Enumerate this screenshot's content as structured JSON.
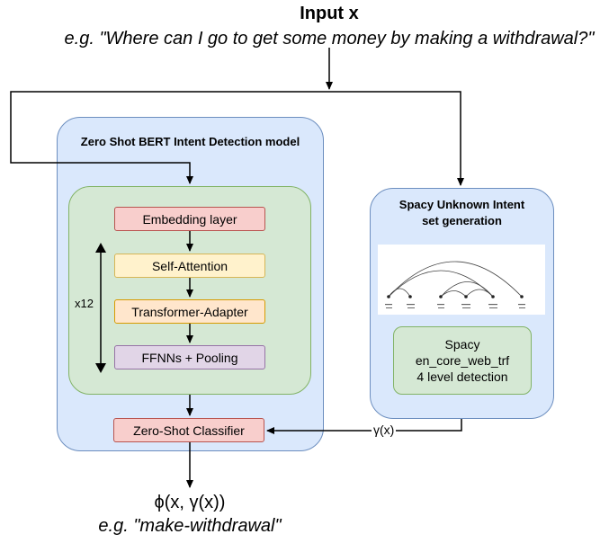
{
  "input": {
    "title": "Input x",
    "example": "e.g. \"Where can I go to get some money by making a withdrawal?\""
  },
  "bert_model": {
    "title": "Zero Shot BERT Intent Detection model",
    "layers": {
      "embedding": "Embedding layer",
      "self_attention": "Self-Attention",
      "transformer_adapter": "Transformer-Adapter",
      "ffnn_pooling": "FFNNs + Pooling"
    },
    "repeat_label": "x12",
    "classifier": "Zero-Shot Classifier"
  },
  "spacy_panel": {
    "title_line1": "Spacy Unknown Intent",
    "title_line2": "set generation",
    "detector_line1": "Spacy",
    "detector_line2": "en_core_web_trf",
    "detector_line3": "4 level detection"
  },
  "gamma_label": "γ(x)",
  "output": {
    "formula": "ϕ(x, γ(x))",
    "example": "e.g. \"make-withdrawal\""
  },
  "colors": {
    "panel_blue_fill": "#dae8fc",
    "panel_blue_stroke": "#6c8ebf",
    "panel_green_fill": "#d5e8d4",
    "panel_green_stroke": "#82b366",
    "red_fill": "#f8cecc",
    "yellow_fill": "#fff2cc",
    "orange_fill": "#ffe6cc",
    "purple_fill": "#e1d5e7"
  }
}
